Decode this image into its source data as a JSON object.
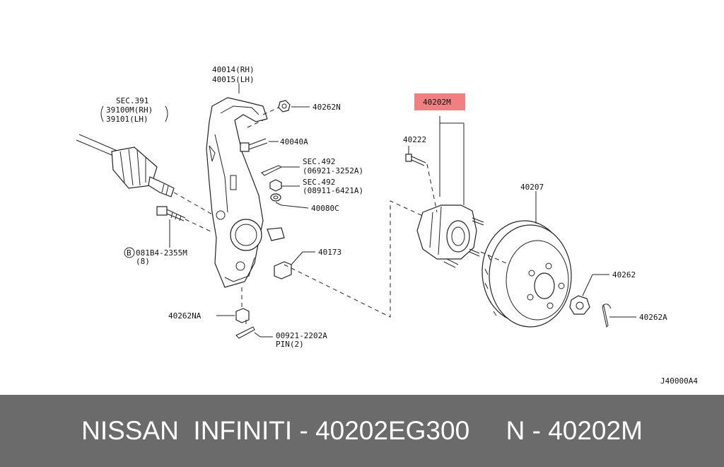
{
  "labels": {
    "knuckle_rh": "40014(RH)",
    "knuckle_lh": "40015(LH)",
    "nut_40262n": "40262N",
    "bolt_40040a": "40040A",
    "sec492_a_title": "SEC.492",
    "sec492_a_part": "(06921-3252A)",
    "sec492_b_title": "SEC.492",
    "sec492_b_part": "(08911-6421A)",
    "washer_40080c": "40080C",
    "seal_40173": "40173",
    "nut_40262na": "40262NA",
    "pin_part": "00921-2202A",
    "pin_qty": "PIN(2)",
    "sec391_title": "SEC.391",
    "sec391_rh": "39100M(RH)",
    "sec391_lh": "39101(LH)",
    "bolt_081b4_code": "081B4-2355M",
    "bolt_081b4_prefix": "B",
    "bolt_081b4_qty": "(8)",
    "hub_40202m": "40202M",
    "stud_40222": "40222",
    "rotor_40207": "40207",
    "nut_40262": "40262",
    "pin_40262a": "40262A",
    "diagram_code": "J40000A4"
  },
  "highlight_color": "#f08080",
  "footer": {
    "brand": "NISSAN  INFINITI",
    "separator1": " - ",
    "part_number": "40202EG300",
    "gap": "     ",
    "short_brand": "N",
    "separator2": " - ",
    "short_part": "40202M"
  },
  "icons": [
    "driveshaft-icon",
    "steering-knuckle-icon",
    "wheel-hub-icon",
    "brake-rotor-icon",
    "nut-icon",
    "bolt-icon",
    "cotter-pin-icon"
  ]
}
